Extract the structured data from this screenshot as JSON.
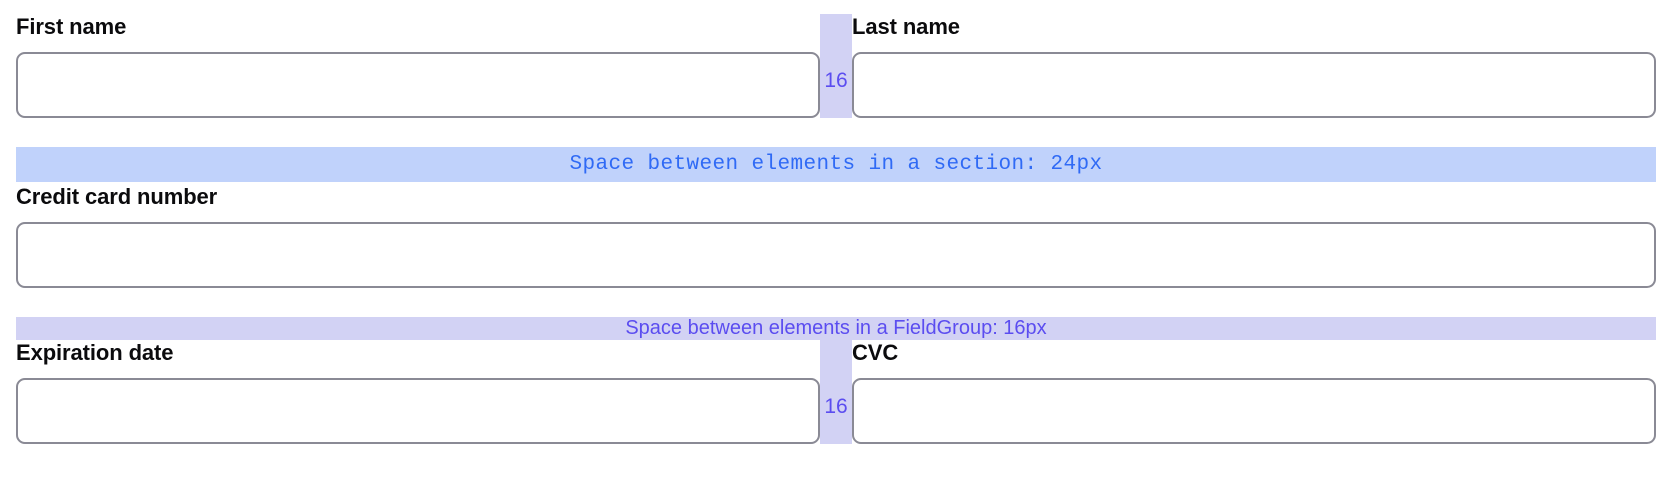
{
  "form": {
    "rows": [
      {
        "id": "name-row",
        "left_field": {
          "label": "First name",
          "value": "",
          "placeholder": ""
        },
        "gap": {
          "label": "16"
        },
        "right_field": {
          "label": "Last name",
          "value": "",
          "placeholder": ""
        }
      },
      {
        "id": "card-row",
        "left_field": {
          "label": "Credit card number",
          "value": "",
          "placeholder": ""
        }
      },
      {
        "id": "expiry-row",
        "left_field": {
          "label": "Expiration date",
          "value": "",
          "placeholder": ""
        },
        "gap": {
          "label": "16"
        },
        "right_field": {
          "label": "CVC",
          "value": "",
          "placeholder": ""
        }
      }
    ]
  },
  "annotations": {
    "section_spacing": {
      "text": "Space between elements in a section: 24px",
      "value": "24px",
      "band_color": "#c0d2fb",
      "text_color": "#2f6af5"
    },
    "fieldgroup_spacing": {
      "text": "Space between elements in a FieldGroup: 16px",
      "value": "16px",
      "band_color": "#d2d2f4",
      "text_color": "#5b4df0"
    },
    "column_gap": {
      "value": "16",
      "band_color": "#d2d2f4",
      "text_color": "#5b4df0"
    }
  },
  "theme": {
    "page_background": "#ffffff",
    "label_color": "#0b0b0d",
    "input_border": "#8a8a95",
    "input_background": "#ffffff"
  }
}
